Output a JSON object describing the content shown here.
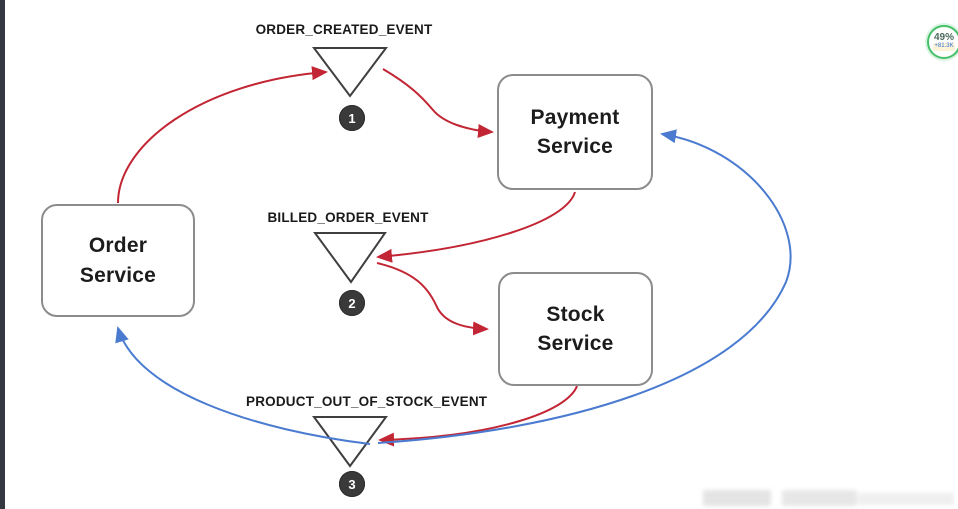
{
  "services": {
    "order": {
      "label": "Order\nService"
    },
    "payment": {
      "label": "Payment\nService"
    },
    "stock": {
      "label": "Stock\nService"
    }
  },
  "topics": {
    "t1": {
      "number": "1",
      "label": "ORDER_CREATED_EVENT"
    },
    "t2": {
      "number": "2",
      "label": "BILLED_ORDER_EVENT"
    },
    "t3": {
      "number": "3",
      "label": "PRODUCT_OUT_OF_STOCK_EVENT"
    }
  },
  "overlay_badge": {
    "value": "49%",
    "subtext": "+81.3K"
  },
  "colors": {
    "publish_arrow": "#c22533",
    "subscribe_arrow": "#4a7bd0",
    "node_border": "#8c8c8c",
    "topic_circle": "#3a3a3a",
    "badge_ring": "#46c06b"
  }
}
